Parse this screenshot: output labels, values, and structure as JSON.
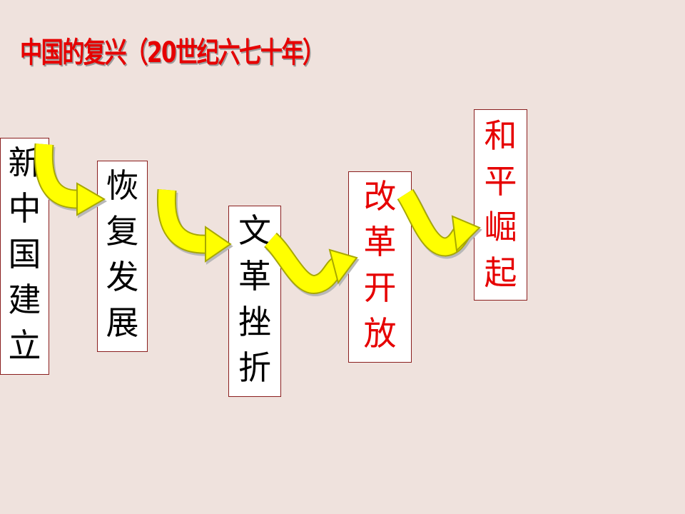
{
  "title": "中国的复兴（20世纪六七十年）",
  "stages": [
    {
      "text": "新中国建立",
      "color": "#000000"
    },
    {
      "text": "恢复发展",
      "color": "#000000"
    },
    {
      "text": "文革挫折",
      "color": "#000000"
    },
    {
      "text": "改革开放",
      "color": "#e60000"
    },
    {
      "text": "和平崛起",
      "color": "#e60000"
    }
  ],
  "arrow_color": "#ffff00",
  "arrow_outline_color": "#a8a800"
}
